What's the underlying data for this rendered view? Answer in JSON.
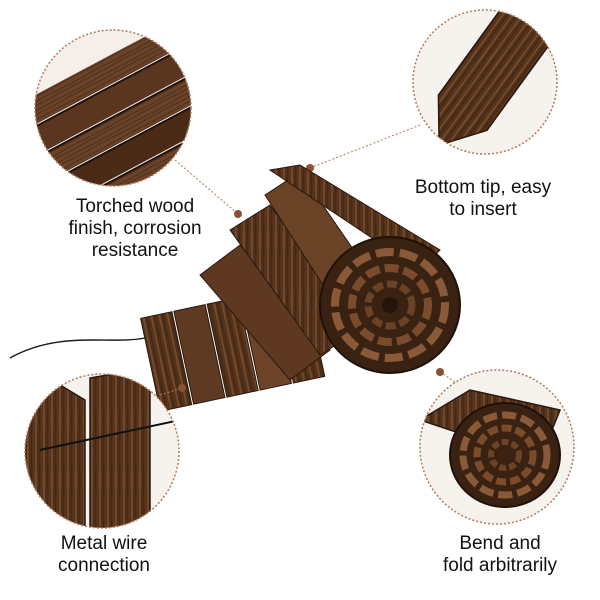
{
  "captions": {
    "top_left": [
      "Torched wood",
      "finish, corrosion",
      "resistance"
    ],
    "top_right": [
      "Bottom tip, easy",
      "to insert"
    ],
    "bottom_left": [
      "Metal wire",
      "connection"
    ],
    "bottom_right": [
      "Bend and",
      "fold arbitrarily"
    ]
  },
  "colors": {
    "wood_dark": "#3b2416",
    "wood_mid": "#6b4327",
    "wood_light": "#9a6a45",
    "callout_border": "#b07a5a",
    "callout_dot": "#8a5232",
    "wire": "#1a1a1a"
  }
}
